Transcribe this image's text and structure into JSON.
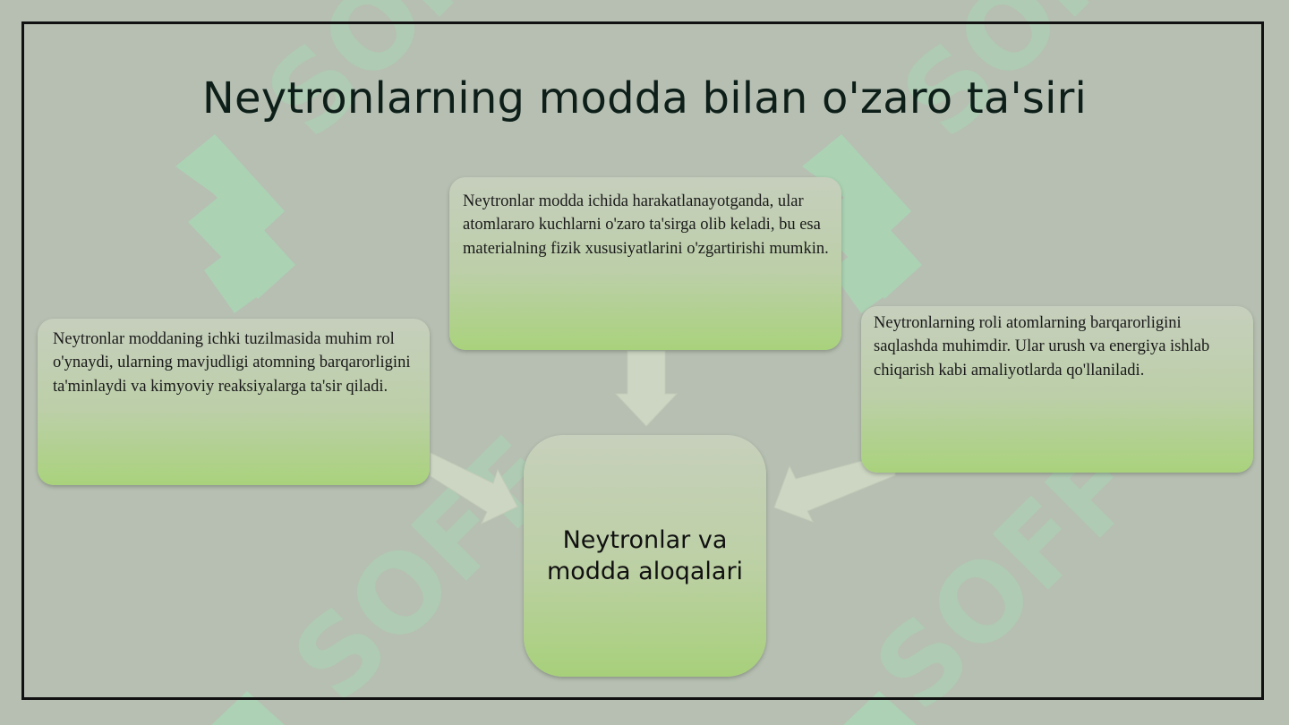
{
  "slide": {
    "title": "Neytronlarning modda bilan o'zaro ta'siri"
  },
  "watermark": {
    "text": "SOFF"
  },
  "diagram": {
    "center": {
      "label": "Neytronlar va modda aloqalari"
    },
    "nodes": [
      {
        "id": "top",
        "text": "Neytronlar modda ichida harakatlanayotganda, ular atomlararo kuchlarni o'zaro ta'sirga olib keladi, bu esa materialning fizik xususiyatlarini o'zgartirishi mumkin."
      },
      {
        "id": "left",
        "text": "Neytronlar moddaning ichki tuzilmasida muhim rol o'ynaydi, ularning mavjudligi atomning barqarorligini ta'minlaydi va kimyoviy reaksiyalarga ta'sir qiladi."
      },
      {
        "id": "right",
        "text": "Neytronlarning roli atomlarning barqarorligini saqlashda muhimdir. Ular urush va energiya ishlab chiqarish kabi amaliyotlarda qo'llaniladi."
      }
    ],
    "colors": {
      "background": "#b6bfb2",
      "box_top": "#c6cfbd",
      "box_bottom": "#a9d27c",
      "arrow": "#cdd6c3",
      "frame": "#111111",
      "watermark": "#9fe5b4"
    }
  }
}
